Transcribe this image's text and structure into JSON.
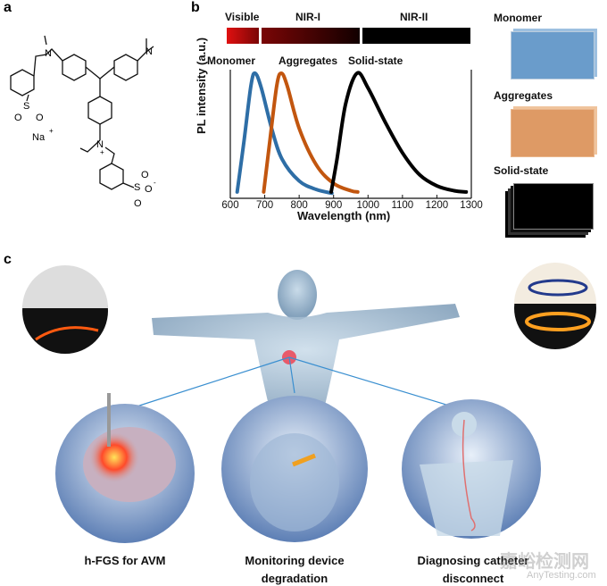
{
  "panels": {
    "a": "a",
    "b": "b",
    "c": "c"
  },
  "molecule": {
    "atoms": [
      "N",
      "N",
      "N",
      "+",
      "Na",
      "+",
      "S",
      "O",
      "O",
      "S",
      "O",
      "O",
      "-",
      "O"
    ]
  },
  "spectrum_bar": {
    "labels": [
      "Visible",
      "NIR-I",
      "NIR-II"
    ]
  },
  "legend_boxes": {
    "monomer": "Monomer",
    "aggregates": "Aggregates",
    "solid": "Solid-state",
    "colors": {
      "monomer": "#6a9ccb",
      "aggregates": "#de9a65",
      "solid": "#000000"
    }
  },
  "chart_data": {
    "type": "line",
    "xlabel": "Wavelength (nm)",
    "ylabel": "PL intensity (a.u.)",
    "xlim": [
      600,
      1300
    ],
    "ylim": [
      0,
      1
    ],
    "xticks": [
      "600",
      "700",
      "800",
      "900",
      "1000",
      "1100",
      "1200",
      "1300"
    ],
    "series": [
      {
        "name": "Monomer",
        "color": "#2e6ea6",
        "points": [
          [
            620,
            0.03
          ],
          [
            640,
            0.45
          ],
          [
            660,
            0.9
          ],
          [
            672,
            1
          ],
          [
            690,
            0.88
          ],
          [
            720,
            0.55
          ],
          [
            750,
            0.3
          ],
          [
            800,
            0.12
          ],
          [
            850,
            0.05
          ],
          [
            895,
            0.02
          ]
        ]
      },
      {
        "name": "Aggregates",
        "color": "#c2560f",
        "points": [
          [
            697,
            0.03
          ],
          [
            715,
            0.45
          ],
          [
            735,
            0.9
          ],
          [
            748,
            1
          ],
          [
            765,
            0.9
          ],
          [
            800,
            0.55
          ],
          [
            850,
            0.25
          ],
          [
            900,
            0.1
          ],
          [
            950,
            0.04
          ],
          [
            970,
            0.03
          ]
        ]
      },
      {
        "name": "Solid-state",
        "color": "#000000",
        "points": [
          [
            893,
            0.03
          ],
          [
            910,
            0.3
          ],
          [
            935,
            0.75
          ],
          [
            968,
            1
          ],
          [
            1000,
            0.88
          ],
          [
            1050,
            0.6
          ],
          [
            1100,
            0.35
          ],
          [
            1150,
            0.17
          ],
          [
            1200,
            0.08
          ],
          [
            1250,
            0.04
          ],
          [
            1285,
            0.03
          ]
        ]
      }
    ]
  },
  "panel_c": {
    "captions": {
      "left": "h-FGS for AVM",
      "middle_1": "Monitoring device",
      "middle_2": "degradation",
      "right_1": "Diagnosing catheter",
      "right_2": "disconnect"
    }
  },
  "watermark": {
    "cn": "嘉峪检测网",
    "en": "AnyTesting.com"
  }
}
